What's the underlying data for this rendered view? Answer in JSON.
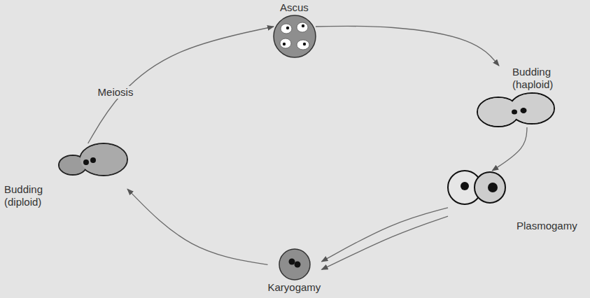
{
  "diagram": {
    "nodes": [
      {
        "text": [
          "Ascus"
        ]
      },
      {
        "text": [
          "Budding (haploid)"
        ]
      },
      {
        "text": [
          "Plasmogamy"
        ]
      },
      {
        "text": [
          "Karyogamy"
        ]
      },
      {
        "text": [
          "Budding (diploid)"
        ]
      }
    ],
    "edges": [
      {
        "from": 0,
        "to": 1,
        "arrow": "to"
      },
      {
        "from": 1,
        "to": 2,
        "arrow": "to"
      },
      {
        "from": 2,
        "to": 3,
        "arrow": "to"
      },
      {
        "from": 2,
        "to": 3,
        "arrow": "to"
      },
      {
        "from": 3,
        "to": 4,
        "arrow": "to"
      },
      {
        "from": 4,
        "to": 0,
        "label": "Meiosis",
        "arrow": "to"
      }
    ]
  }
}
